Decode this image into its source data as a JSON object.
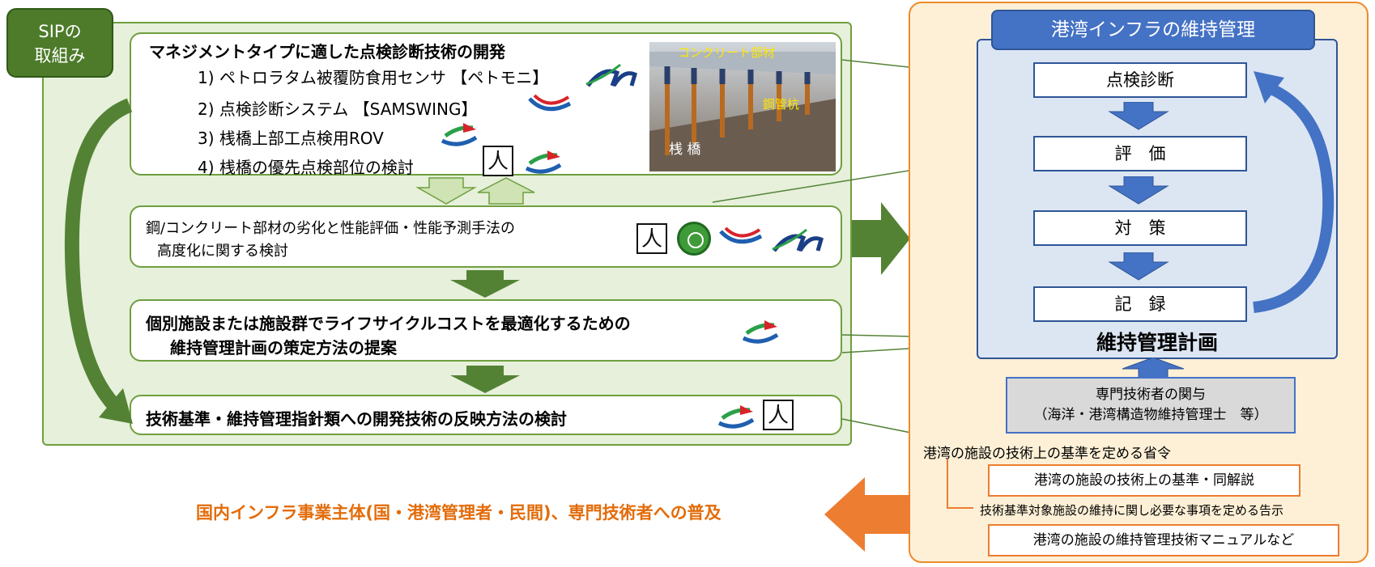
{
  "sip_tag": [
    "SIPの",
    "取組み"
  ],
  "box1": {
    "title": "マネジメントタイプに適した点検診断技術の開発",
    "items": [
      "1) ペトロラタム被覆防食用センサ 【ペトモニ】",
      "2) 点検診断システム 【SAMSWING】",
      "3) 桟橋上部工点検用ROV",
      "4) 桟橋の優先点検部位の検討"
    ],
    "photo_labels": {
      "concrete": "コンクリート部材",
      "pile": "鋼管杭",
      "pier": "桟 橋"
    }
  },
  "box2": {
    "lines": [
      "鋼/コンクリート部材の劣化と性能評価・性能予測手法の",
      "高度化に関する検討"
    ]
  },
  "box3": {
    "lines": [
      "個別施設または施設群でライフサイクルコストを最適化するための",
      "維持管理計画の策定方法の提案"
    ]
  },
  "box4": {
    "text": "技術基準・維持管理指針類への開発技術の反映方法の検討"
  },
  "logo_kanji": "⼈",
  "right": {
    "title": "港湾インフラの維持管理",
    "cycle": [
      "点検診断",
      "評　価",
      "対　策",
      "記　録"
    ],
    "plan": "維持管理計画",
    "expert": [
      "専門技術者の関与",
      "（海洋・港湾構造物維持管理士　等）"
    ],
    "ordinance": "港湾の施設の技術上の基準を定める省令",
    "standard": "港湾の施設の技術上の基準・同解説",
    "notice": "技術基準対象施設の維持に関し必要な事項を定める告示",
    "manual": "港湾の施設の維持管理技術マニュアルなど"
  },
  "bottom_text": "国内インフラ事業主体(国・港湾管理者・民間)、専門技術者への普及",
  "colors": {
    "green_dark": "#4d7b2a",
    "green_light": "#e6f0da",
    "blue": "#4472c4",
    "orange": "#ed7d31",
    "orange_text": "#e36c0a",
    "panel_orange_bg": "#fdf0d6"
  }
}
